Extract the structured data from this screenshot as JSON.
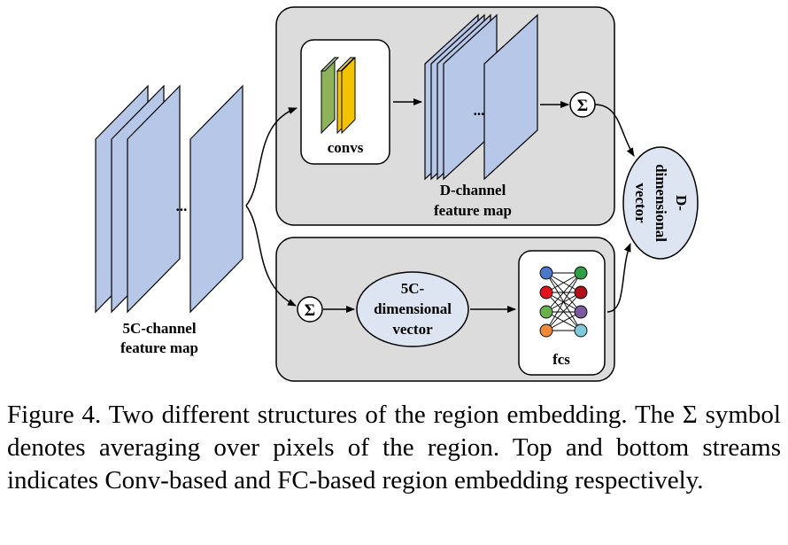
{
  "labels": {
    "input_map_line1": "5C-channel",
    "input_map_line2": "feature map",
    "convs": "convs",
    "d_map_line1": "D-channel",
    "d_map_line2": "feature map",
    "sum_symbol": "Σ",
    "five_c_vector_line1": "5C-",
    "five_c_vector_line2": "dimensional",
    "five_c_vector_line3": "vector",
    "fcs": "fcs",
    "d_vector_line1": "D-",
    "d_vector_line2": "dimensional",
    "d_vector_line3": "vector",
    "ellipsis": "..."
  },
  "caption": "Figure 4. Two different structures of the region embedding. The Σ symbol denotes averaging over pixels of the region. Top and bottom streams indicates Conv-based and FC-based region embedding respectively.",
  "colors": {
    "panel": "#dcdcdc",
    "sheet": "#b6c7e8",
    "conv_green": "#8db25a",
    "conv_yellow": "#f3c300",
    "ellipse": "#dde5f2",
    "nn_blue": "#4a78c8",
    "nn_red": "#e0141c",
    "nn_green": "#6ab04c",
    "nn_orange": "#ef8a3a",
    "nn_purple": "#7a5aa0",
    "nn_cyan": "#7ec8d8",
    "nn_darkred": "#b01018",
    "nn_darkgreen": "#2f9e44"
  }
}
